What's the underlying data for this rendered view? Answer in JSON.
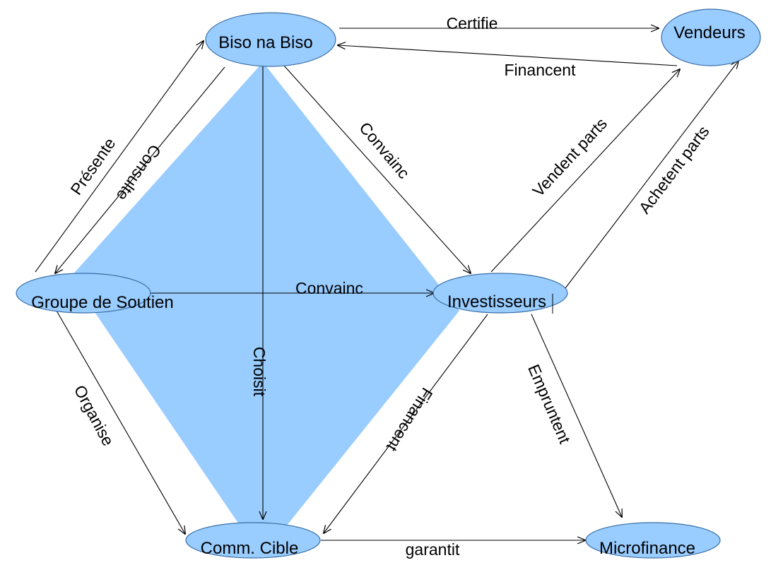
{
  "colors": {
    "node_fill": "#99ccff",
    "region_fill": "#99ccff",
    "line": "#000000"
  },
  "nodes": {
    "biso": "Biso na Biso",
    "vendeurs": "Vendeurs",
    "groupe": "Groupe de Soutien",
    "investisseurs": "Investisseurs",
    "comm": "Comm. Cible",
    "microfinance": "Microfinance"
  },
  "edges": {
    "certifie": "Certifie",
    "financent_top": "Financent",
    "presente": "Présente",
    "consulte": "Consulte",
    "convainc_diag": "Convainc",
    "convainc_mid": "Convainc",
    "vendent_parts": "Vendent parts",
    "achetent_parts": "Achetent parts",
    "choisit": "Choisit",
    "organise": "Organise",
    "financent_low": "Financent",
    "empruntent": "Empruntent",
    "garantit": "garantit"
  }
}
